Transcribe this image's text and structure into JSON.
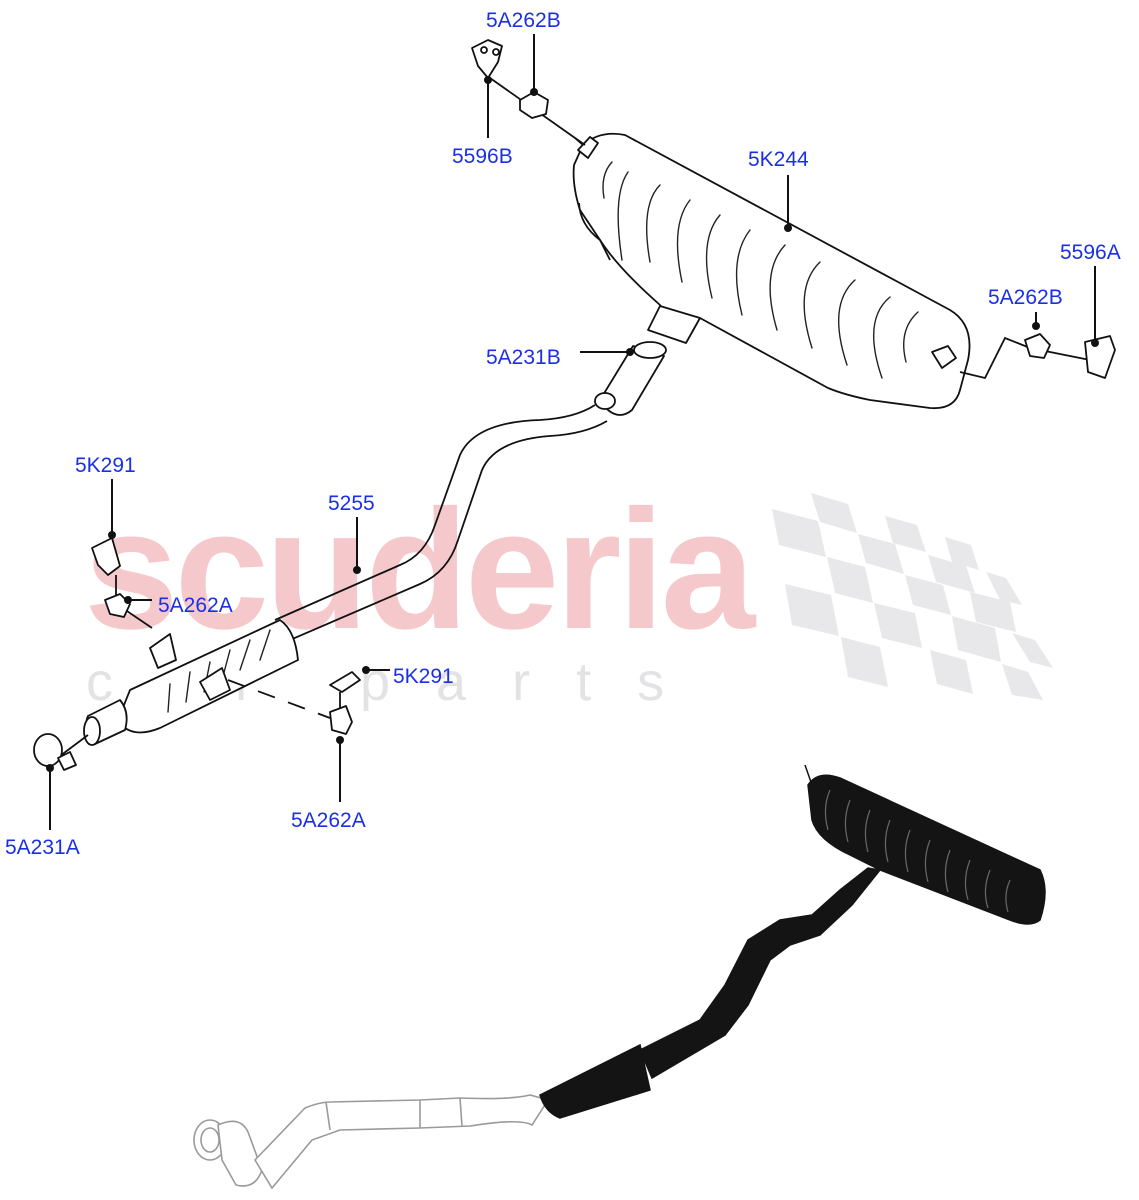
{
  "watermark": {
    "main": "scuderia",
    "sub": "car parts",
    "main_color": "#f5c9cb",
    "sub_color": "#e3e3e6"
  },
  "label_color": "#1a2fe6",
  "callouts": [
    {
      "id": "5A262B",
      "text": "5A262B",
      "note": "top, above front muffler bracket isolator"
    },
    {
      "id": "5596B",
      "text": "5596B",
      "note": "front muffler hanger bracket"
    },
    {
      "id": "5K244",
      "text": "5K244",
      "note": "rear muffler"
    },
    {
      "id": "5596A",
      "text": "5596A",
      "note": "rear muffler hanger bracket"
    },
    {
      "id": "5A262B_right",
      "text": "5A262B",
      "note": "rear isolator"
    },
    {
      "id": "5A231B",
      "text": "5A231B",
      "note": "pipe clamp"
    },
    {
      "id": "5K291",
      "text": "5K291",
      "note": "upper left bracket"
    },
    {
      "id": "5255",
      "text": "5255",
      "note": "intermediate pipe"
    },
    {
      "id": "5A262A",
      "text": "5A262A",
      "note": "left isolator"
    },
    {
      "id": "5K291_right",
      "text": "5K291",
      "note": "right bracket"
    },
    {
      "id": "5A262A_bottom",
      "text": "5A262A",
      "note": "lower isolator"
    },
    {
      "id": "5A231A",
      "text": "5A231A",
      "note": "front clamp"
    }
  ]
}
